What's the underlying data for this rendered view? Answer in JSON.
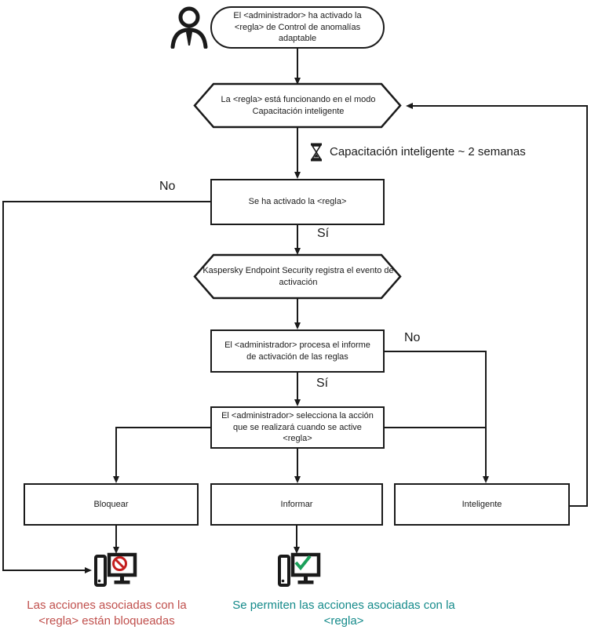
{
  "title": "Adaptive Anomaly Control rule workflow",
  "colors": {
    "line": "#1a1a1a",
    "blocked_text": "#c0504d",
    "allowed_text": "#148a8a",
    "prohibition_icon": "#c41e1e",
    "checkmark_icon": "#1ba05a"
  },
  "nodes": {
    "start": {
      "label": "El <administrador> ha activado la <regla> de Control de anomalías adaptable"
    },
    "training_mode": {
      "label": "La <regla> está funcionando en el modo Capacitación inteligente"
    },
    "timer": {
      "label": "Capacitación inteligente ~ 2 semanas"
    },
    "rule_triggered": {
      "label": "Se ha activado la <regla>"
    },
    "logs_event": {
      "label": "Kaspersky Endpoint Security registra el evento de activación"
    },
    "processes_report": {
      "label": "El <administrador> procesa el informe de activación de las reglas"
    },
    "selects_action": {
      "label": "El <administrador> selecciona la acción que se realizará cuando se active <regla>"
    },
    "action_block": {
      "label": "Bloquear"
    },
    "action_inform": {
      "label": "Informar"
    },
    "action_smart": {
      "label": "Inteligente"
    }
  },
  "edge_labels": {
    "no_left": "No",
    "yes_triggered": "Sí",
    "no_right": "No",
    "yes_processed": "Sí"
  },
  "outcomes": {
    "blocked": {
      "label": "Las acciones asociadas con la <regla> están bloqueadas"
    },
    "allowed": {
      "label": "Se permiten las acciones asociadas con la <regla>"
    }
  },
  "icons": {
    "person": "person-icon",
    "hourglass": "hourglass-icon",
    "blocked_computer": "computer-blocked-icon",
    "allowed_computer": "computer-allowed-icon"
  }
}
